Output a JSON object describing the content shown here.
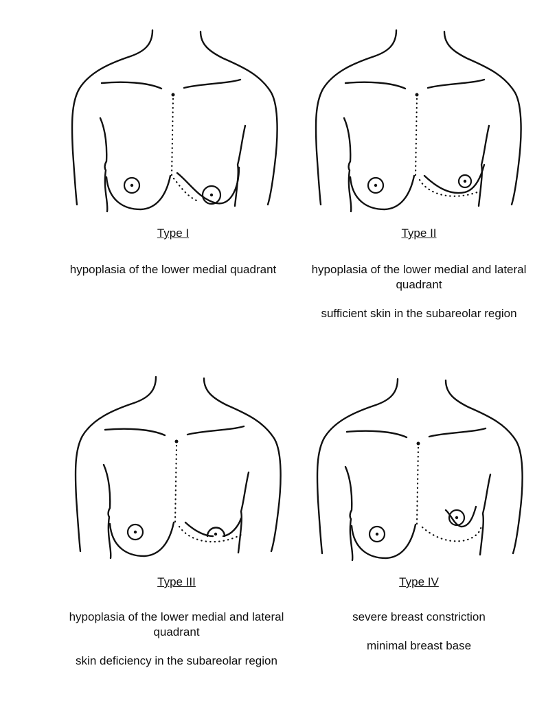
{
  "panels": [
    {
      "type": "Type I",
      "variant": "I",
      "descriptions": [
        "hypoplasia of the lower medial quadrant"
      ]
    },
    {
      "type": "Type II",
      "variant": "II",
      "descriptions": [
        "hypoplasia of the lower medial and lateral quadrant",
        "sufficient skin in the subareolar region"
      ]
    },
    {
      "type": "Type III",
      "variant": "III",
      "descriptions": [
        "hypoplasia of the lower medial and lateral quadrant",
        "skin deficiency in the subareolar region"
      ]
    },
    {
      "type": "Type IV",
      "variant": "IV",
      "descriptions": [
        "severe breast constriction",
        "minimal breast base"
      ]
    }
  ],
  "colors": {
    "line": "#111111",
    "background": "#ffffff"
  }
}
